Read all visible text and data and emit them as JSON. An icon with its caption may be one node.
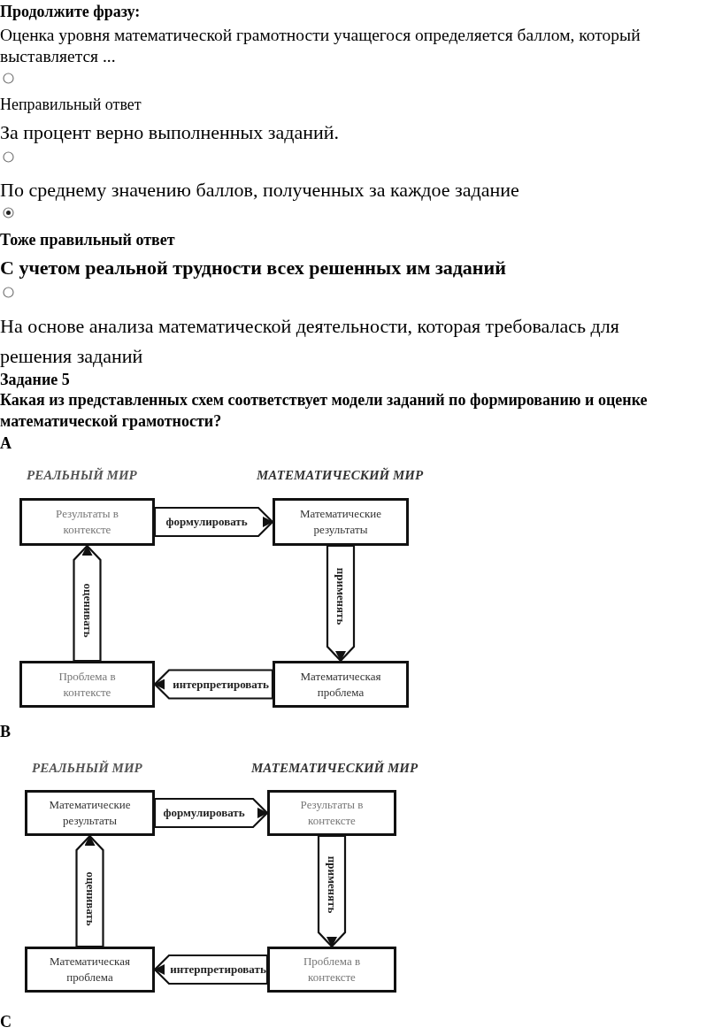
{
  "diagram": {
    "nodes": [
      {
        "text": [
          "Результаты в контексте"
        ]
      },
      {
        "text": [
          "Математические результаты"
        ]
      },
      {
        "text": [
          "Проблема в контексте"
        ]
      },
      {
        "text": [
          "Математическая проблема"
        ]
      },
      {
        "text": [
          "Математические результаты"
        ]
      },
      {
        "text": [
          "Результаты в контексте"
        ]
      },
      {
        "text": [
          "Математическая проблема"
        ]
      },
      {
        "text": [
          "Проблема в контексте"
        ]
      }
    ],
    "edges": [
      {
        "from": 0,
        "to": 1,
        "arrow": "to",
        "label": "формулировать"
      },
      {
        "from": 1,
        "to": 3,
        "arrow": "to",
        "label": "применять"
      },
      {
        "from": 3,
        "to": 2,
        "arrow": "to",
        "label": "интерпретировать"
      },
      {
        "from": 2,
        "to": 0,
        "arrow": "to",
        "label": "оценивать"
      },
      {
        "from": 4,
        "to": 5,
        "arrow": "to",
        "label": "формулировать"
      },
      {
        "from": 5,
        "to": 7,
        "arrow": "to",
        "label": "применять"
      },
      {
        "from": 7,
        "to": 6,
        "arrow": "to",
        "label": "интерпретировать"
      },
      {
        "from": 6,
        "to": 4,
        "arrow": "to",
        "label": "оценивать"
      }
    ],
    "labels": [
      "Продолжите фразу:",
      "Оценка уровня математической грамотности учащегося определяется баллом, который выставляется ...",
      "Неправильный ответ",
      "За процент верно выполненных заданий.",
      "По среднему значению баллов, полученных за каждое задание",
      "Тоже правильный ответ",
      "С учетом реальной трудности всех решенных им заданий",
      "На основе анализа математической деятельности, которая требовалась для решения заданий",
      "Задание 5",
      "Какая из представленных схем соответствует модели заданий по формированию и оценке математической грамотности?",
      "А",
      "РЕАЛЬНЫЙ МИР",
      "МАТЕМАТИЧЕСКИЙ МИР",
      "В",
      "РЕАЛЬНЫЙ МИР",
      "МАТЕМАТИЧЕСКИЙ МИР",
      "С"
    ]
  }
}
